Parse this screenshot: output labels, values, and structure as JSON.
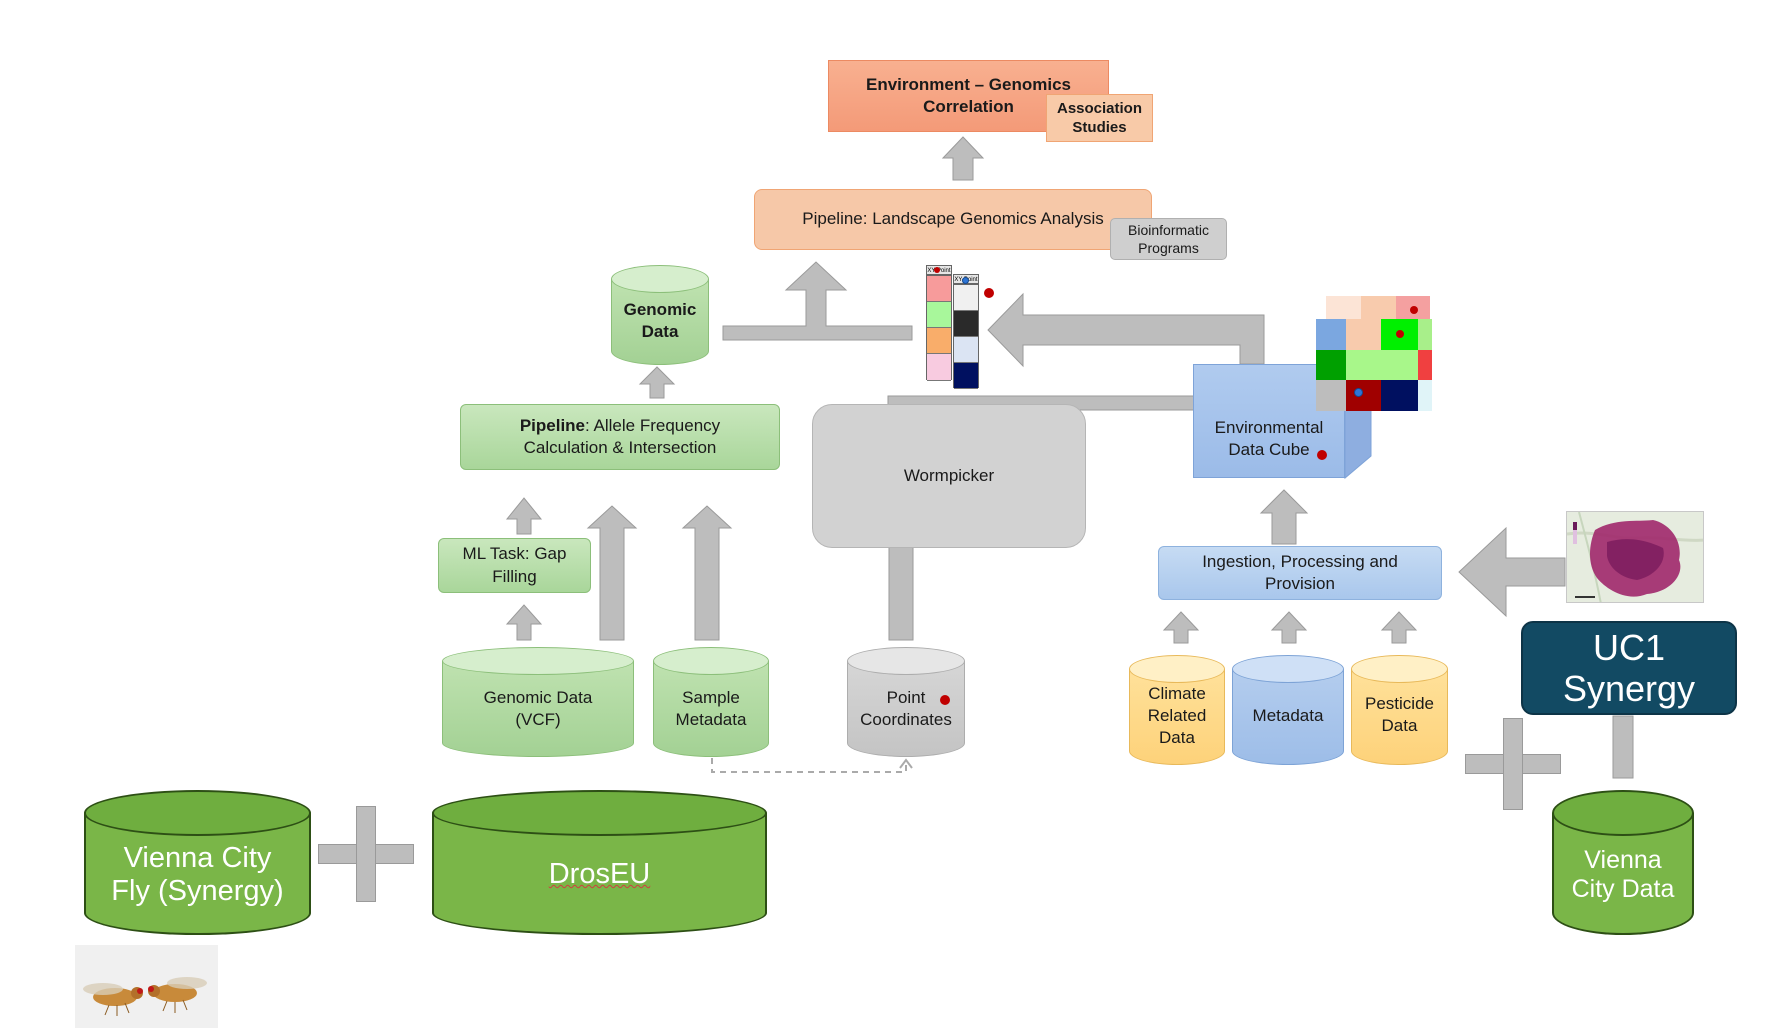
{
  "top": {
    "correlation_line1": "Environment – Genomics",
    "correlation_line2": "Correlation",
    "association_line1": "Association",
    "association_line2": "Studies"
  },
  "pipeline_landscape": {
    "label": "Pipeline: Landscape Genomics Analysis",
    "tag_line1": "Bioinformatic",
    "tag_line2": "Programs"
  },
  "genomic_data_db": {
    "line1": "Genomic",
    "line2": "Data"
  },
  "pipeline_allele": {
    "bold": "Pipeline",
    "rest": ": Allele Frequency",
    "line2": "Calculation & Intersection"
  },
  "ml_task": {
    "line1": "ML Task: Gap",
    "line2": "Filling"
  },
  "wormpicker": {
    "label": "Wormpicker"
  },
  "env_cube": {
    "line1": "Environmental",
    "line2": "Data Cube"
  },
  "ingestion": {
    "line1": "Ingestion, Processing and",
    "line2": "Provision"
  },
  "uc1": {
    "line1": "UC1",
    "line2": "Synergy"
  },
  "sources": {
    "genomic_vcf": {
      "line1": "Genomic Data",
      "line2": "(VCF)"
    },
    "sample_meta": {
      "line1": "Sample",
      "line2": "Metadata"
    },
    "point_coords": {
      "line1": "Point",
      "line2": "Coordinates"
    },
    "climate": {
      "line1": "Climate",
      "line2": "Related",
      "line3": "Data"
    },
    "metadata": {
      "label": "Metadata"
    },
    "pesticide": {
      "line1": "Pesticide",
      "line2": "Data"
    }
  },
  "bottom": {
    "vienna_fly_line1": "Vienna City",
    "vienna_fly_line2": "Fly (Synergy)",
    "droseu": "DrosEU",
    "vienna_data_line1": "Vienna",
    "vienna_data_line2": "City Data"
  },
  "strip_headers": {
    "left": "XY-Point",
    "right": "XY-Point"
  },
  "colors": {
    "arrow_grey": "#bdbdbd",
    "green": "#a9d69a",
    "blue": "#a9c7ec",
    "orange": "#f6c8a8",
    "yellow": "#fdd27a",
    "dark_teal": "#124a63",
    "big_green": "#7ab648",
    "red_dot": "#c00000"
  }
}
